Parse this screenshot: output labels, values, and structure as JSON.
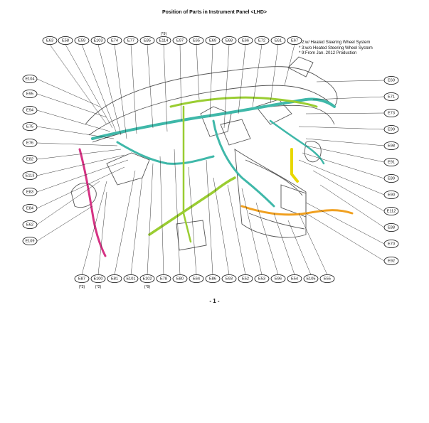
{
  "title": "Position of Parts in Instrument Panel <LHD>",
  "notes": [
    "* 2:w/ Heated Steering Wheel System",
    "* 3:w/o Heated Steering Wheel System",
    "* 9:From Jan. 2012 Production"
  ],
  "page_number": "- 1 -",
  "colors": {
    "harness_teal": "#3fb8a9",
    "harness_green": "#9acd32",
    "harness_orange": "#f0a020",
    "harness_magenta": "#d63384",
    "harness_yellow": "#e8d800",
    "outline": "#555555"
  },
  "connectors_top": [
    {
      "id": "E63",
      "note": ""
    },
    {
      "id": "E58",
      "note": ""
    },
    {
      "id": "E59",
      "note": ""
    },
    {
      "id": "E103",
      "note": ""
    },
    {
      "id": "E74",
      "note": ""
    },
    {
      "id": "E77",
      "note": ""
    },
    {
      "id": "E85",
      "note": ""
    },
    {
      "id": "E114",
      "note": "(*9)"
    },
    {
      "id": "E97",
      "note": ""
    },
    {
      "id": "E65",
      "note": ""
    },
    {
      "id": "E69",
      "note": ""
    },
    {
      "id": "E68",
      "note": ""
    },
    {
      "id": "E66",
      "note": ""
    },
    {
      "id": "E72",
      "note": ""
    },
    {
      "id": "E61",
      "note": ""
    },
    {
      "id": "E67",
      "note": ""
    }
  ],
  "connectors_left": [
    {
      "id": "E104"
    },
    {
      "id": "E95"
    },
    {
      "id": "E94"
    },
    {
      "id": "E75"
    },
    {
      "id": "E76"
    },
    {
      "id": "E82"
    },
    {
      "id": "E113"
    },
    {
      "id": "E83"
    },
    {
      "id": "E84"
    },
    {
      "id": "E62"
    },
    {
      "id": "E109"
    }
  ],
  "connectors_right": [
    {
      "id": "E60"
    },
    {
      "id": "E71"
    },
    {
      "id": "E73"
    },
    {
      "id": "E99"
    },
    {
      "id": "E98"
    },
    {
      "id": "E91"
    },
    {
      "id": "E89"
    },
    {
      "id": "E90"
    },
    {
      "id": "E112"
    },
    {
      "id": "E88"
    },
    {
      "id": "E70"
    },
    {
      "id": "E92"
    }
  ],
  "connectors_bottom": [
    {
      "id": "E87",
      "note": "(*3)"
    },
    {
      "id": "E100",
      "note": "(*2)"
    },
    {
      "id": "E81",
      "note": ""
    },
    {
      "id": "E101",
      "note": ""
    },
    {
      "id": "E102",
      "note": "(*9)"
    },
    {
      "id": "E78",
      "note": ""
    },
    {
      "id": "E80",
      "note": ""
    },
    {
      "id": "E64",
      "note": ""
    },
    {
      "id": "E86",
      "note": ""
    },
    {
      "id": "E93",
      "note": ""
    },
    {
      "id": "E52",
      "note": ""
    },
    {
      "id": "E53",
      "note": ""
    },
    {
      "id": "E96",
      "note": ""
    },
    {
      "id": "E54",
      "note": ""
    },
    {
      "id": "E105",
      "note": ""
    },
    {
      "id": "E55",
      "note": ""
    }
  ]
}
